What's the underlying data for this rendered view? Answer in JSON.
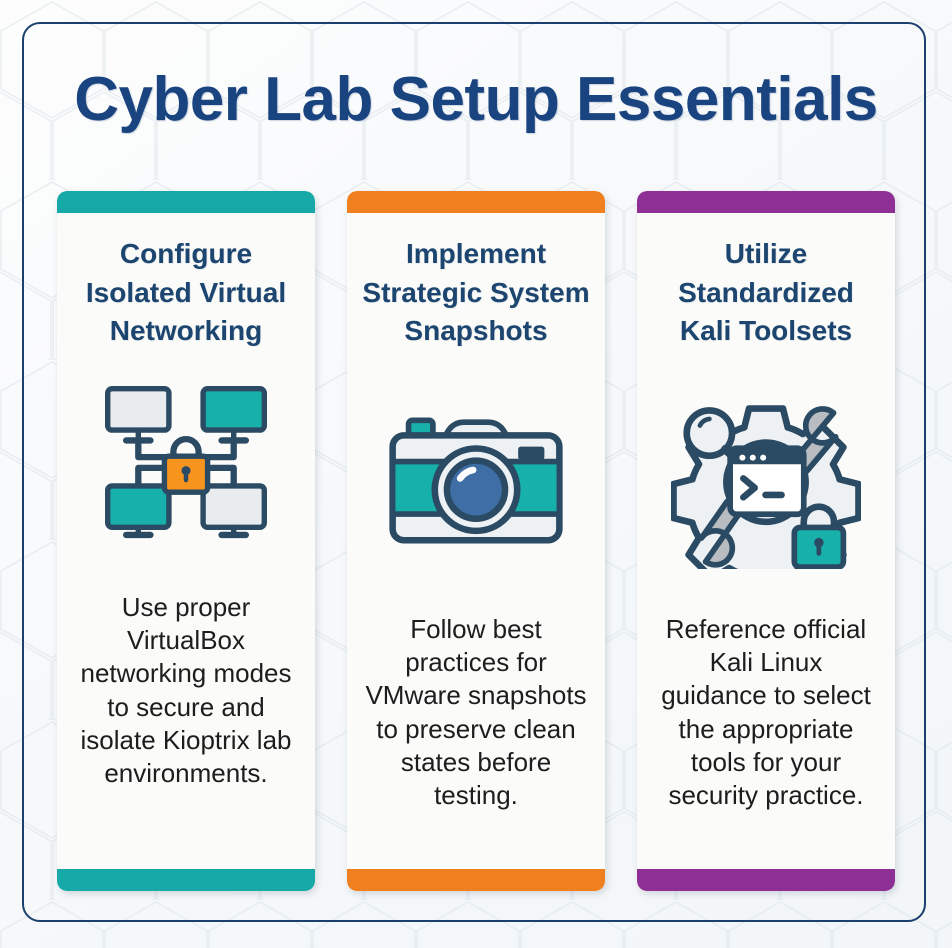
{
  "page": {
    "title": "Cyber Lab Setup Essentials",
    "background_color": "#f5f8fa",
    "frame_color": "#1c3f6e",
    "title_color": "#1a4480",
    "heading_color": "#1c4670",
    "body_color": "#1d1d1d",
    "pattern": "hexagon-honeycomb"
  },
  "cards": [
    {
      "accent_color": "#17a8a8",
      "heading": "Configure Isolated Virtual Networking",
      "icon": "network-lock-icon",
      "icon_label": "four networked monitors linked to a central orange padlock",
      "body": "Use proper VirtualBox networking modes to secure and isolate Kioptrix lab environments."
    },
    {
      "accent_color": "#ef7f1f",
      "heading": "Implement Strategic System Snapshots",
      "icon": "camera-icon",
      "icon_label": "teal photo camera representing a snapshot",
      "body": "Follow best practices for VMware snapshots to preserve clean states before testing."
    },
    {
      "accent_color": "#8e2f96",
      "heading": "Utilize Standardized Kali Toolsets",
      "icon": "toolset-gear-icon",
      "icon_label": "gear with magnifier, wrenches, terminal window and teal padlock",
      "body": "Reference official Kali Linux guidance to select the appropriate tools for your security practice."
    }
  ]
}
